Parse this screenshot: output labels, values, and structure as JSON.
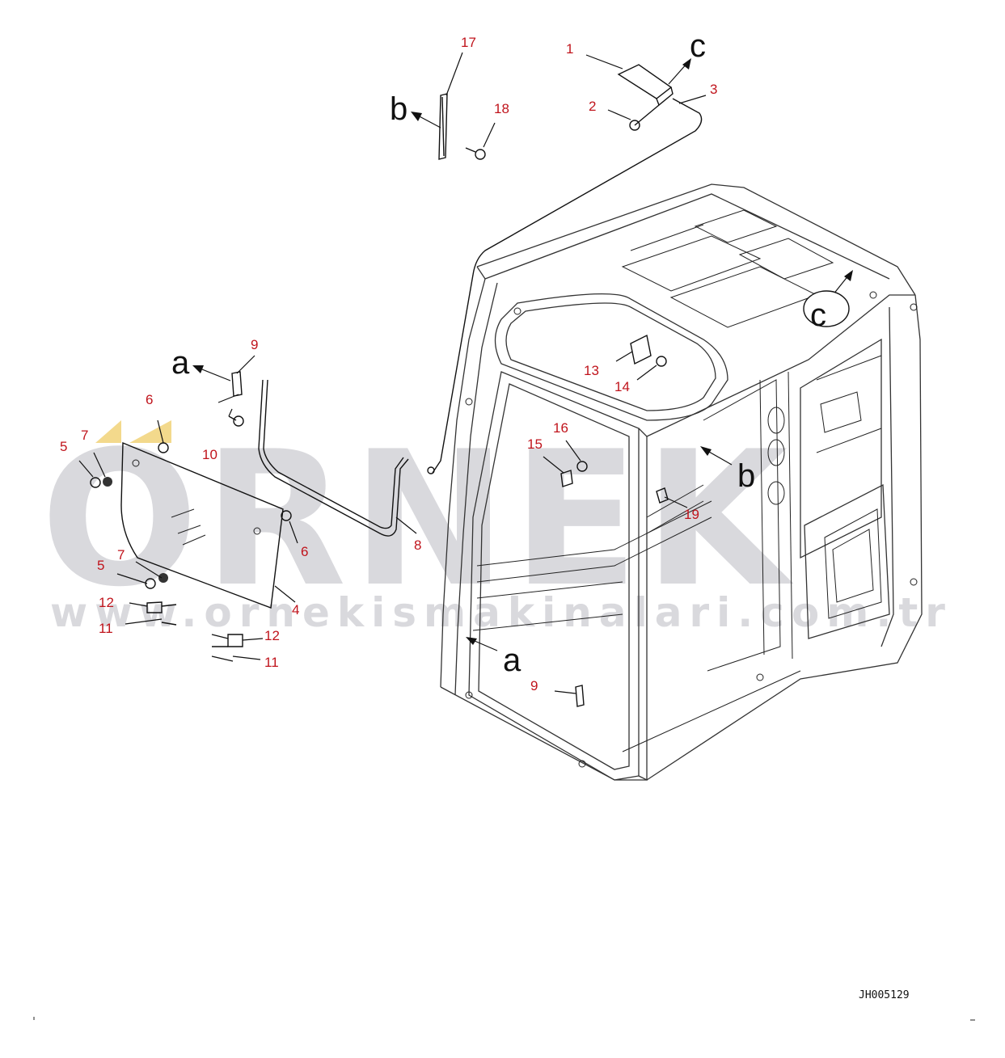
{
  "watermark": {
    "brand": "ORNEK",
    "url": "www.ornekismakinalari.com.tr",
    "accent_color": "#f3d98c"
  },
  "reference_code": "JH005129",
  "view_letters": {
    "a_top": "a",
    "a_cab": "a",
    "b_top": "b",
    "b_cab": "b",
    "c_top": "c",
    "c_cab": "c"
  },
  "callouts": {
    "p1": "1",
    "p2": "2",
    "p3": "3",
    "p4": "4",
    "p5a": "5",
    "p5b": "5",
    "p6a": "6",
    "p6b": "6",
    "p7a": "7",
    "p7b": "7",
    "p8": "8",
    "p9a": "9",
    "p9b": "9",
    "p10": "10",
    "p11a": "11",
    "p11b": "11",
    "p12a": "12",
    "p12b": "12",
    "p13": "13",
    "p14": "14",
    "p15": "15",
    "p16": "16",
    "p17": "17",
    "p18": "18",
    "p19": "19"
  },
  "colors": {
    "callout": "#c0141c",
    "linework": "#111111",
    "watermark": "#d9d9dd"
  }
}
